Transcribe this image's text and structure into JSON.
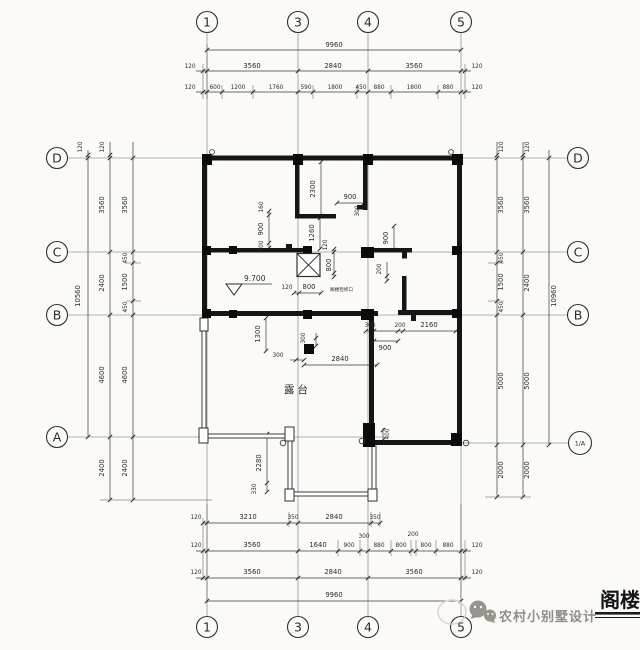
{
  "axes": {
    "top": [
      "1",
      "3",
      "4",
      "5"
    ],
    "bottom": [
      "1",
      "3",
      "4",
      "5"
    ],
    "left": [
      "D",
      "C",
      "B",
      "A"
    ],
    "right": [
      "D",
      "C",
      "B",
      "1/A"
    ]
  },
  "dims": {
    "top": {
      "total": "9960",
      "row2": [
        "120",
        "3560",
        "2840",
        "3560",
        "120"
      ],
      "row3": [
        "120",
        "600",
        "1200",
        "1760",
        "590",
        "1800",
        "450",
        "880",
        "1800",
        "880",
        "120"
      ]
    },
    "bottom": {
      "row1": [
        "120",
        "3210",
        "350",
        "2840",
        "350"
      ],
      "row2": [
        "120",
        "3560",
        "1640",
        "900",
        "300",
        "880",
        "800",
        "200",
        "800",
        "880",
        "120"
      ],
      "row3": [
        "120",
        "3560",
        "2840",
        "3560",
        "120"
      ],
      "total": "9960"
    },
    "left": {
      "offsets": [
        "120",
        "120"
      ],
      "total": "10560",
      "mid": [
        "3560",
        "2400",
        "4600",
        "2400"
      ],
      "inner": [
        "3560",
        "450",
        "1500",
        "450",
        "4600",
        "2400"
      ]
    },
    "right": {
      "offsets": [
        "120",
        "120"
      ],
      "total": "10960",
      "mid": [
        "3560",
        "2400",
        "5000",
        "2000"
      ],
      "inner": [
        "3560",
        "450",
        "1500",
        "450",
        "5000",
        "2000"
      ]
    },
    "interior": {
      "stair_height": "2300",
      "stair_width": "900",
      "stair_offset": "300",
      "c_stack": [
        "160",
        "900",
        "200"
      ],
      "v1260": "1260",
      "hatch_v": [
        "120",
        "800"
      ],
      "hatch_h": [
        "120",
        "800"
      ],
      "r900": "900",
      "r200": "200",
      "room_top": [
        "300",
        "200",
        "2160"
      ],
      "room_900": "900",
      "col_400": "400",
      "terrace": [
        "1300",
        "300",
        "300",
        "2840"
      ],
      "bay": [
        "2280",
        "330"
      ]
    }
  },
  "labels": {
    "terrace": "露台",
    "level": "9.700",
    "hatch_note": "阁楼检修口",
    "title": "阁楼",
    "watermark": "农村小别墅设计"
  }
}
